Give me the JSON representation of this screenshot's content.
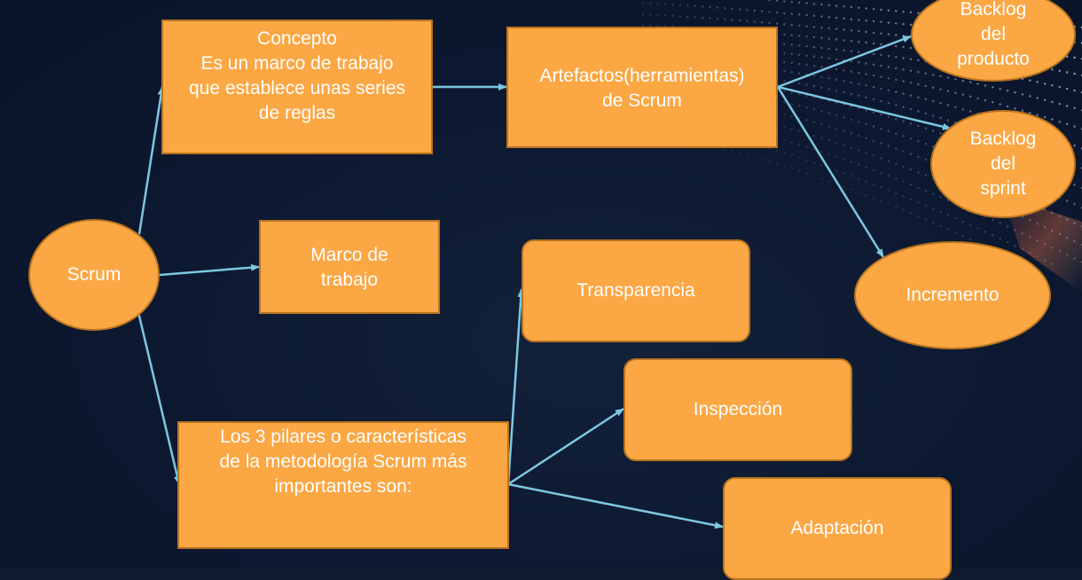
{
  "diagram": {
    "colors": {
      "node_fill": "#fba744",
      "node_border": "#b8741e",
      "node_text": "#ffffff",
      "connector": "#7cc8e0",
      "background": "#0d1a30"
    },
    "nodes": {
      "scrum": {
        "lines": [
          "Scrum"
        ]
      },
      "concepto": {
        "lines": [
          "Concepto",
          "Es un marco de trabajo",
          "que establece unas series",
          "de reglas"
        ]
      },
      "marco": {
        "lines": [
          "Marco de",
          "trabajo"
        ]
      },
      "pilares": {
        "lines": [
          "Los 3 pilares o características",
          "de la metodología Scrum más",
          "importantes son:"
        ]
      },
      "artefactos": {
        "lines": [
          "Artefactos(herramientas)",
          "de Scrum"
        ]
      },
      "backlog_producto": {
        "lines": [
          "Backlog",
          "del",
          "producto"
        ]
      },
      "backlog_sprint": {
        "lines": [
          "Backlog",
          "del",
          "sprint"
        ]
      },
      "incremento": {
        "lines": [
          "Incremento"
        ]
      },
      "transparencia": {
        "lines": [
          "Transparencia"
        ]
      },
      "inspeccion": {
        "lines": [
          "Inspección"
        ]
      },
      "adaptacion": {
        "lines": [
          "Adaptación"
        ]
      }
    },
    "edges": [
      {
        "from": "scrum",
        "to": "concepto"
      },
      {
        "from": "scrum",
        "to": "marco"
      },
      {
        "from": "scrum",
        "to": "pilares"
      },
      {
        "from": "concepto",
        "to": "artefactos"
      },
      {
        "from": "artefactos",
        "to": "backlog_producto"
      },
      {
        "from": "artefactos",
        "to": "backlog_sprint"
      },
      {
        "from": "artefactos",
        "to": "incremento"
      },
      {
        "from": "pilares",
        "to": "transparencia"
      },
      {
        "from": "pilares",
        "to": "inspeccion"
      },
      {
        "from": "pilares",
        "to": "adaptacion"
      }
    ]
  }
}
